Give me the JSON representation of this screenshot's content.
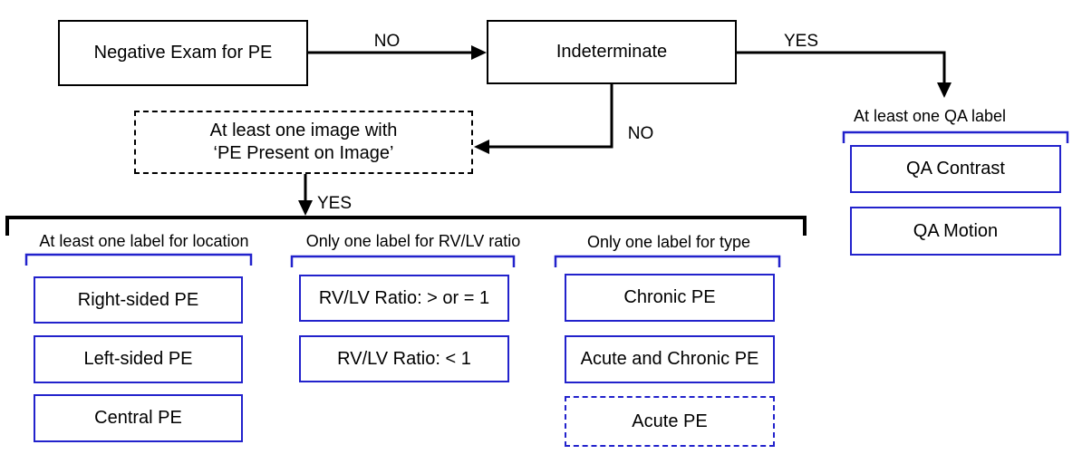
{
  "diagram": {
    "background": "#ffffff",
    "line_color": "#000000",
    "accent_blue": "#2222cc",
    "nodes": {
      "negative_exam": {
        "label": "Negative Exam for PE"
      },
      "indeterminate": {
        "label": "Indeterminate"
      },
      "pe_present": {
        "line1": "At least one image with",
        "line2": "‘PE Present on Image’"
      }
    },
    "edge_labels": {
      "indeterminate_no": "NO",
      "qa_yes": "YES",
      "pe_present_no": "NO",
      "pe_present_yes": "YES"
    },
    "groups": {
      "location": {
        "title": "At least one label for location",
        "items": [
          "Right-sided PE",
          "Left-sided PE",
          "Central PE"
        ]
      },
      "rvlv": {
        "title": "Only one label for RV/LV ratio",
        "items": [
          "RV/LV Ratio: > or = 1",
          "RV/LV Ratio: < 1"
        ]
      },
      "type": {
        "title": "Only one label for type",
        "items": [
          "Chronic PE",
          "Acute and Chronic PE",
          "Acute PE"
        ]
      },
      "qa": {
        "title": "At least one QA label",
        "items": [
          "QA Contrast",
          "QA Motion"
        ]
      }
    }
  }
}
